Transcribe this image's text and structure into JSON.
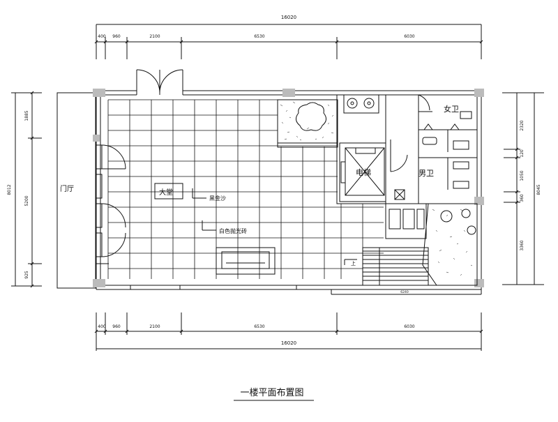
{
  "dimensions": {
    "total": "16020",
    "segments": [
      "400",
      "960",
      "2100",
      "6530",
      "6030"
    ],
    "left": {
      "total": "8012",
      "segments": [
        "1885",
        "5200",
        "925"
      ]
    },
    "right": {
      "total": "8045",
      "segments": [
        "2320",
        "120",
        "1050",
        "360",
        "3360"
      ]
    },
    "bottom_inner": "6240"
  },
  "labels": {
    "entrance_hall": "门厅",
    "lobby": "大堂",
    "sofa": "黑金沙",
    "tile": "白色抛光砖",
    "elevator": "电梯",
    "womens_wc": "女卫",
    "mens_wc": "男卫",
    "stair_mark": "上"
  },
  "title": "一楼平面布置图",
  "colors": {
    "line": "#111111",
    "column": "#bbbbbb"
  }
}
